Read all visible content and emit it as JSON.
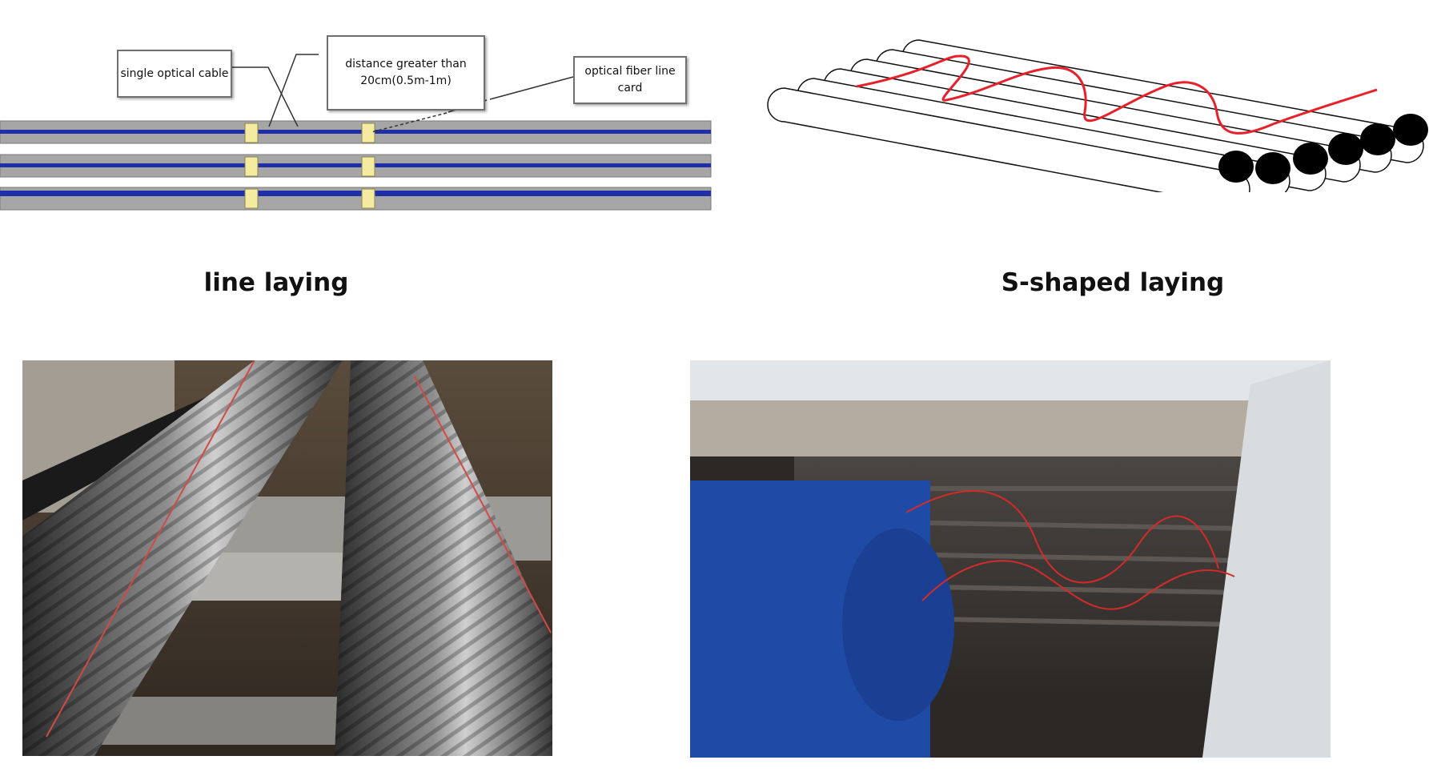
{
  "line_laying": {
    "caption": "line laying",
    "callouts": {
      "single_cable": "single optical cable",
      "distance_line1": "distance greater than",
      "distance_line2": "20cm(0.5m-1m)",
      "line_card": "optical fiber line card"
    },
    "colors": {
      "pipe": "#a6a6a6",
      "fiber": "#1f2fa8",
      "card": "#f5eba0"
    }
  },
  "s_shaped_laying": {
    "caption": "S-shaped laying",
    "pipe_count": 6,
    "colors": {
      "fiber": "#e8202a",
      "pipe_end": "#000000"
    }
  }
}
